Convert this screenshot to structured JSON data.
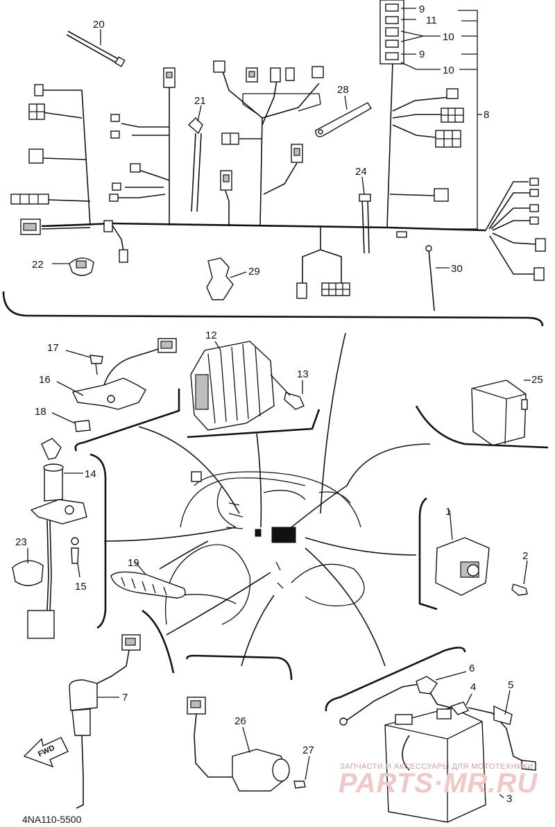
{
  "callouts": {
    "c1": "1",
    "c2": "2",
    "c3": "3",
    "c4": "4",
    "c5": "5",
    "c6": "6",
    "c7": "7",
    "c8": "8",
    "c9a": "9",
    "c9b": "9",
    "c10a": "10",
    "c10b": "10",
    "c11": "11",
    "c12": "12",
    "c13": "13",
    "c14": "14",
    "c15": "15",
    "c16": "16",
    "c17": "17",
    "c18": "18",
    "c19": "19",
    "c20": "20",
    "c21": "21",
    "c22": "22",
    "c23": "23",
    "c24": "24",
    "c25": "25",
    "c26": "26",
    "c27": "27",
    "c28": "28",
    "c29": "29",
    "c30": "30"
  },
  "forward_label": "FWD",
  "diagram_code": "4NA110-5500",
  "watermark": {
    "line1": "ЗАПЧАСТИ И АКСЕССУАРЫ ДЛЯ МОТОТЕХНИКИ",
    "logo": "PARTS·MR.RU"
  }
}
